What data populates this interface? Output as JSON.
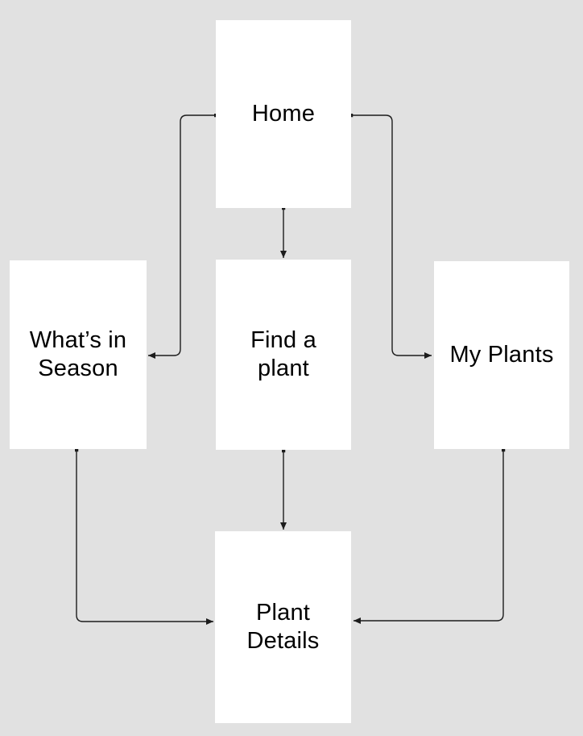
{
  "diagram": {
    "colors": {
      "background": "#e1e1e1",
      "node_fill": "#ffffff",
      "line": "#1c1c1c",
      "text": "#000000"
    },
    "nodes": [
      {
        "id": "home",
        "label": "Home"
      },
      {
        "id": "whats-in-season",
        "label": "What’s in Season"
      },
      {
        "id": "find-a-plant",
        "label": "Find a plant"
      },
      {
        "id": "my-plants",
        "label": "My Plants"
      },
      {
        "id": "plant-details",
        "label": "Plant Details"
      }
    ],
    "edges": [
      {
        "from": "home",
        "to": "whats-in-season"
      },
      {
        "from": "home",
        "to": "find-a-plant"
      },
      {
        "from": "home",
        "to": "my-plants"
      },
      {
        "from": "whats-in-season",
        "to": "plant-details"
      },
      {
        "from": "find-a-plant",
        "to": "plant-details"
      },
      {
        "from": "my-plants",
        "to": "plant-details"
      }
    ]
  }
}
